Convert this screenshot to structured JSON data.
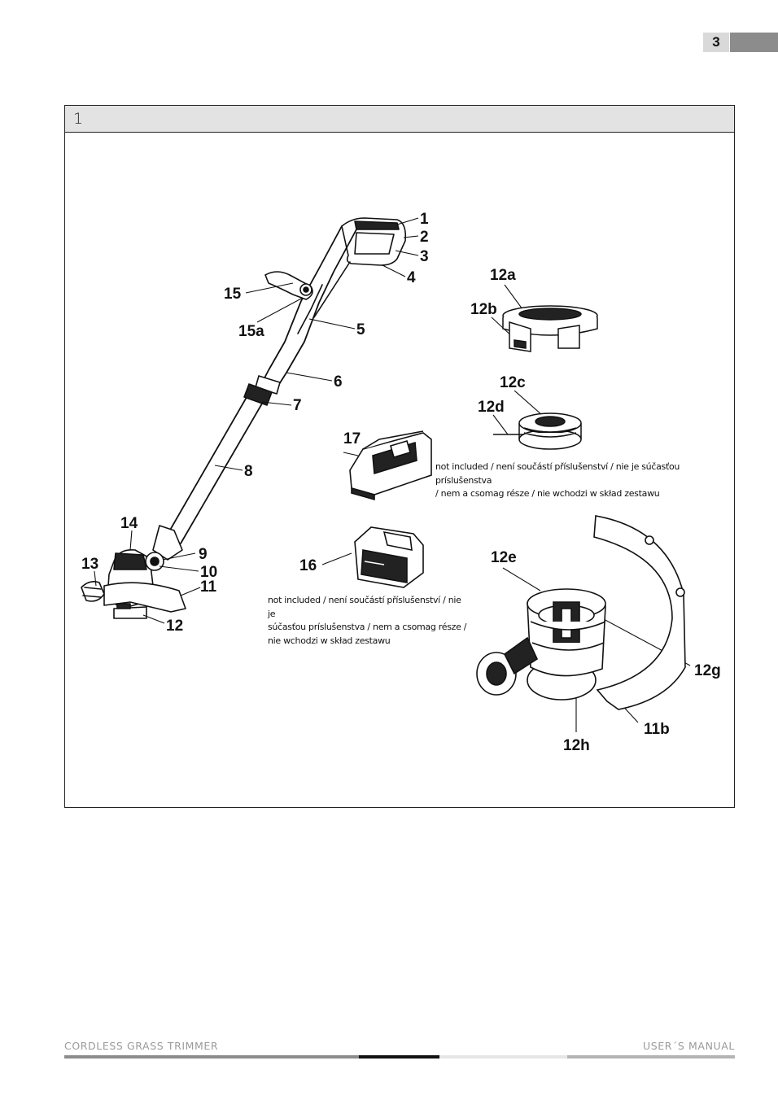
{
  "page": {
    "number": "3"
  },
  "figure": {
    "number": "1",
    "callouts": {
      "c1": "1",
      "c2": "2",
      "c3": "3",
      "c4": "4",
      "c5": "5",
      "c6": "6",
      "c7": "7",
      "c8": "8",
      "c9": "9",
      "c10": "10",
      "c11": "11",
      "c12": "12",
      "c13": "13",
      "c14": "14",
      "c15": "15",
      "c15a": "15a",
      "c16": "16",
      "c17": "17",
      "c12a": "12a",
      "c12b": "12b",
      "c12c": "12c",
      "c12d": "12d",
      "c12e": "12e",
      "c12g": "12g",
      "c12h": "12h",
      "c11b": "11b"
    },
    "note_charger": {
      "line1": "not included / není součástí příslušenství / nie je súčasťou príslušenstva",
      "line2": "/ nem a csomag része / nie wchodzi w skład zestawu"
    },
    "note_battery": {
      "line1": "not included / není součástí příslušenství / nie je",
      "line2": "súčasťou príslušenstva / nem a csomag része /",
      "line3": "nie wchodzi w skład zestawu"
    }
  },
  "footer": {
    "left": "CORDLESS GRASS TRIMMER",
    "right": "USER´S MANUAL",
    "colors": {
      "gray": "#8c8c8c",
      "black": "#111111",
      "light": "#e6e6e6",
      "mid": "#b4b4b4"
    }
  }
}
